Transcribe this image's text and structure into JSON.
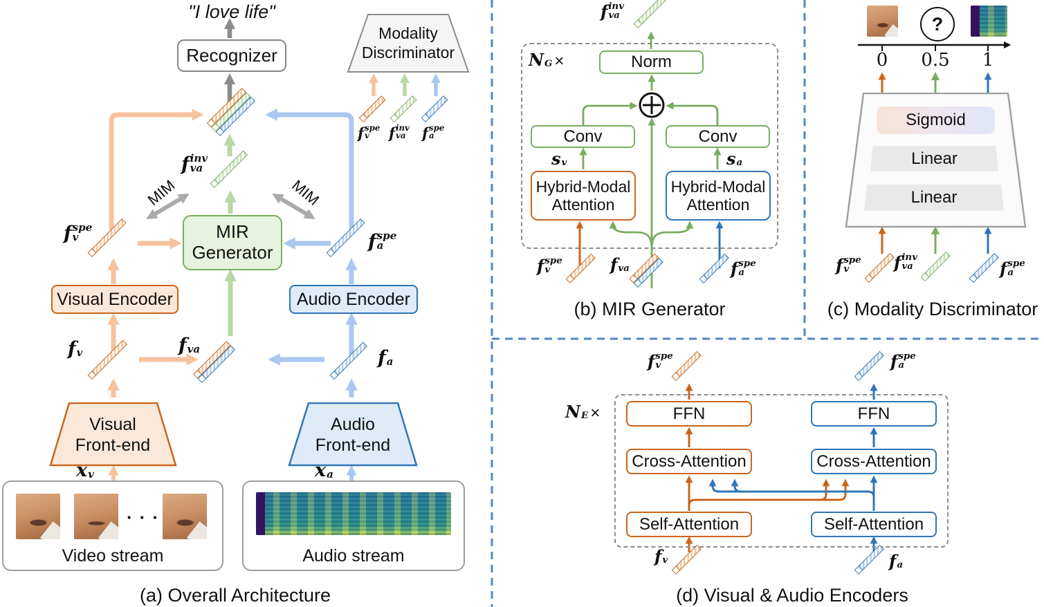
{
  "colors": {
    "orange": "#C9651B",
    "orange-light": "#F6C29E",
    "orange-fill": "#FBE8D9",
    "blue": "#2E75B6",
    "blue-light": "#A9C7F0",
    "blue-fill": "#DFEBF9",
    "green": "#79AC5E",
    "green-light": "#B7D8A6",
    "green-fill": "#E7F3DE",
    "gray": "#8C8C8C",
    "gray-light": "#ABABAB",
    "divider": "#5585C0"
  },
  "panel_a": {
    "caption": "(a) Overall Architecture",
    "transcript": "\"I love life\"",
    "recognizer": "Recognizer",
    "modality_discriminator_line1": "Modality",
    "modality_discriminator_line2": "Discriminator",
    "mim_left": "MIM",
    "mim_right": "MIM",
    "mir_generator_line1": "MIR",
    "mir_generator_line2": "Generator",
    "visual_encoder": "Visual Encoder",
    "audio_encoder": "Audio Encoder",
    "visual_frontend_line1": "Visual",
    "visual_frontend_line2": "Front-end",
    "audio_frontend_line1": "Audio",
    "audio_frontend_line2": "Front-end",
    "video_stream": "Video stream",
    "audio_stream": "Audio stream",
    "ellipsis": "···",
    "labels": {
      "f_v_spe": {
        "b": "f",
        "p": "spe",
        "s": "v"
      },
      "f_va_inv": {
        "b": "f",
        "p": "inv",
        "s": "va"
      },
      "f_a_spe": {
        "b": "f",
        "p": "spe",
        "s": "a"
      },
      "f_v": {
        "b": "f",
        "s": "v"
      },
      "f_va": {
        "b": "f",
        "s": "va"
      },
      "f_a": {
        "b": "f",
        "s": "a"
      },
      "x_v": {
        "b": "x",
        "s": "v"
      },
      "x_a": {
        "b": "x",
        "s": "a"
      }
    }
  },
  "panel_b": {
    "caption": "(b) MIR Generator",
    "repeat": {
      "b": "N",
      "s": "G",
      "times": "×"
    },
    "norm": "Norm",
    "conv_left": "Conv",
    "conv_right": "Conv",
    "attn_left_line1": "Hybrid-Modal",
    "attn_left_line2": "Attention",
    "attn_right_line1": "Hybrid-Modal",
    "attn_right_line2": "Attention",
    "labels": {
      "f_va_inv": {
        "b": "f",
        "p": "inv",
        "s": "va"
      },
      "s_v": {
        "b": "s",
        "s": "v"
      },
      "s_a": {
        "b": "s",
        "s": "a"
      },
      "f_v_spe": {
        "b": "f",
        "p": "spe",
        "s": "v"
      },
      "f_va": {
        "b": "f",
        "s": "va"
      },
      "f_a_spe": {
        "b": "f",
        "p": "spe",
        "s": "a"
      }
    }
  },
  "panel_c": {
    "caption": "(c) Modality Discriminator",
    "question_mark": "?",
    "axis_ticks": [
      "0",
      "0.5",
      "1"
    ],
    "sigmoid": "Sigmoid",
    "linear_top": "Linear",
    "linear_bottom": "Linear",
    "labels": {
      "f_v_spe": {
        "b": "f",
        "p": "spe",
        "s": "v"
      },
      "f_va_inv": {
        "b": "f",
        "p": "inv",
        "s": "va"
      },
      "f_a_spe": {
        "b": "f",
        "p": "spe",
        "s": "a"
      }
    }
  },
  "panel_d": {
    "caption": "(d) Visual & Audio Encoders",
    "repeat": {
      "b": "N",
      "s": "E",
      "times": "×"
    },
    "ffn_visual": "FFN",
    "ffn_audio": "FFN",
    "cross_visual": "Cross-Attention",
    "cross_audio": "Cross-Attention",
    "self_visual": "Self-Attention",
    "self_audio": "Self-Attention",
    "labels": {
      "f_v_spe": {
        "b": "f",
        "p": "spe",
        "s": "v"
      },
      "f_a_spe": {
        "b": "f",
        "p": "spe",
        "s": "a"
      },
      "f_v": {
        "b": "f",
        "s": "v"
      },
      "f_a": {
        "b": "f",
        "s": "a"
      }
    }
  }
}
